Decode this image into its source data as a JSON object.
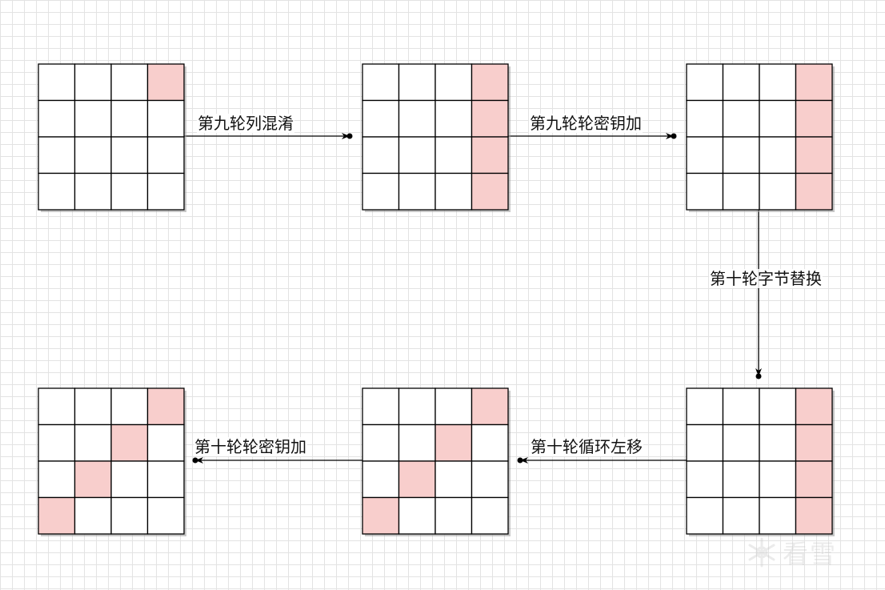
{
  "colors": {
    "highlight": "#f8cecc",
    "cell_border": "#000000",
    "edge": "#000000"
  },
  "grids": [
    {
      "id": "grid-1",
      "highlighted": [
        [
          0,
          3
        ]
      ]
    },
    {
      "id": "grid-2",
      "highlighted": [
        [
          0,
          3
        ],
        [
          1,
          3
        ],
        [
          2,
          3
        ],
        [
          3,
          3
        ]
      ]
    },
    {
      "id": "grid-3",
      "highlighted": [
        [
          0,
          3
        ],
        [
          1,
          3
        ],
        [
          2,
          3
        ],
        [
          3,
          3
        ]
      ]
    },
    {
      "id": "grid-4",
      "highlighted": [
        [
          0,
          3
        ],
        [
          1,
          3
        ],
        [
          2,
          3
        ],
        [
          3,
          3
        ]
      ]
    },
    {
      "id": "grid-5",
      "highlighted": [
        [
          0,
          3
        ],
        [
          1,
          2
        ],
        [
          2,
          1
        ],
        [
          3,
          0
        ]
      ]
    },
    {
      "id": "grid-6",
      "highlighted": [
        [
          0,
          3
        ],
        [
          1,
          2
        ],
        [
          2,
          1
        ],
        [
          3,
          0
        ]
      ]
    }
  ],
  "edges": [
    {
      "id": "edge-1",
      "label": "第九轮列混淆",
      "from": "grid-1",
      "to": "grid-2"
    },
    {
      "id": "edge-2",
      "label": "第九轮轮密钥加",
      "from": "grid-2",
      "to": "grid-3"
    },
    {
      "id": "edge-3",
      "label": "第十轮字节替换",
      "from": "grid-3",
      "to": "grid-4"
    },
    {
      "id": "edge-4",
      "label": "第十轮循环左移",
      "from": "grid-4",
      "to": "grid-5"
    },
    {
      "id": "edge-5",
      "label": "第十轮轮密钥加",
      "from": "grid-5",
      "to": "grid-6"
    }
  ],
  "watermark": {
    "text": "看雪",
    "icon": "snowflake-logo-icon"
  }
}
